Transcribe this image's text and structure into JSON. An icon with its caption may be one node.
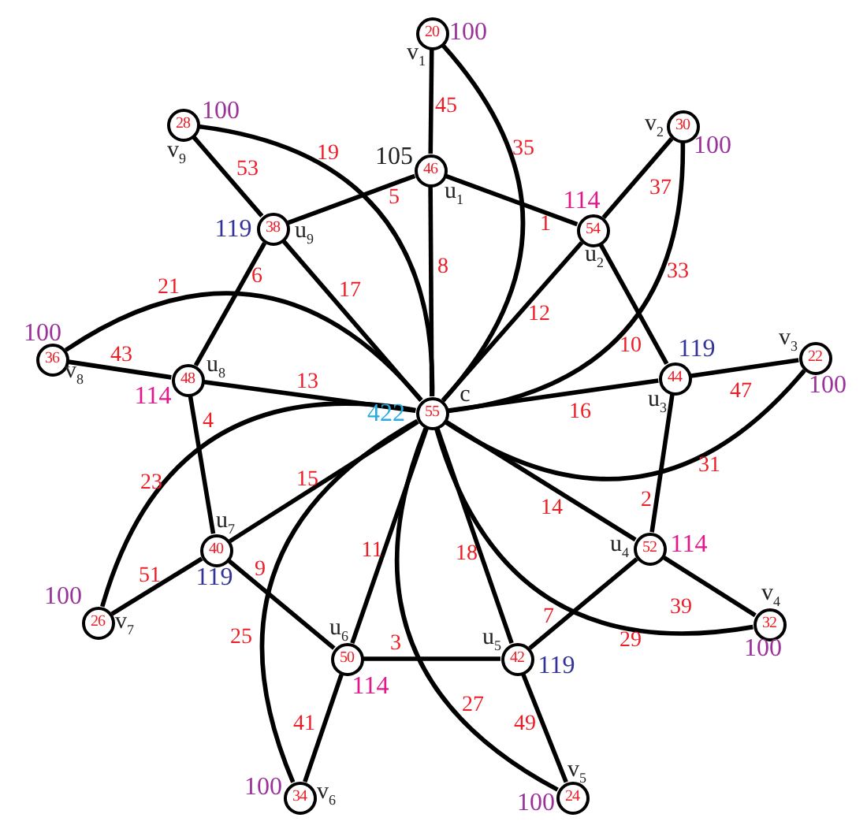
{
  "diagram": {
    "nodes": [
      {
        "text": [
          "55"
        ],
        "beside": [
          "c",
          "422"
        ]
      },
      {
        "text": [
          "46"
        ],
        "beside": [
          "u$_{1}$",
          "105"
        ]
      },
      {
        "text": [
          "54"
        ],
        "beside": [
          "u$_{2}$",
          "114"
        ]
      },
      {
        "text": [
          "44"
        ],
        "beside": [
          "u$_{3}$",
          "119"
        ]
      },
      {
        "text": [
          "52"
        ],
        "beside": [
          "u$_{4}$",
          "114"
        ]
      },
      {
        "text": [
          "42"
        ],
        "beside": [
          "u$_{5}$",
          "119"
        ]
      },
      {
        "text": [
          "50"
        ],
        "beside": [
          "u$_{6}$",
          "114"
        ]
      },
      {
        "text": [
          "40"
        ],
        "beside": [
          "u$_{7}$",
          "119"
        ]
      },
      {
        "text": [
          "48"
        ],
        "beside": [
          "u$_{8}$",
          "114"
        ]
      },
      {
        "text": [
          "38"
        ],
        "beside": [
          "u$_{9}$",
          "119"
        ]
      },
      {
        "text": [
          "20"
        ],
        "beside": [
          "v$_{1}$",
          "100"
        ]
      },
      {
        "text": [
          "30"
        ],
        "beside": [
          "v$_{2}$",
          "100"
        ]
      },
      {
        "text": [
          "22"
        ],
        "beside": [
          "v$_{3}$",
          "100"
        ]
      },
      {
        "text": [
          "32"
        ],
        "beside": [
          "v$_{4}$",
          "100"
        ]
      },
      {
        "text": [
          "24"
        ],
        "beside": [
          "v$_{5}$",
          "100"
        ]
      },
      {
        "text": [
          "34"
        ],
        "beside": [
          "v$_{6}$",
          "100"
        ]
      },
      {
        "text": [
          "26"
        ],
        "beside": [
          "v$_{7}$",
          "100"
        ]
      },
      {
        "text": [
          "36"
        ],
        "beside": [
          "v$_{8}$",
          "100"
        ]
      },
      {
        "text": [
          "28"
        ],
        "beside": [
          "v$_{9}$",
          "100"
        ]
      }
    ],
    "edges": [
      {
        "from": 0,
        "to": 1,
        "arrow": "none",
        "label": "8"
      },
      {
        "from": 1,
        "to": 10,
        "arrow": "none",
        "label": "45"
      },
      {
        "from": 0,
        "to": 10,
        "arrow": "none",
        "label": "35"
      },
      {
        "from": 1,
        "to": 2,
        "arrow": "none",
        "label": "1"
      },
      {
        "from": 2,
        "to": 11,
        "arrow": "none",
        "label": "37"
      },
      {
        "from": 0,
        "to": 11,
        "arrow": "none",
        "label": "33"
      },
      {
        "from": 0,
        "to": 2,
        "arrow": "none",
        "label": "12"
      },
      {
        "from": 2,
        "to": 3,
        "arrow": "none",
        "label": "10"
      },
      {
        "from": 3,
        "to": 12,
        "arrow": "none",
        "label": "47"
      },
      {
        "from": 0,
        "to": 3,
        "arrow": "none",
        "label": "16"
      },
      {
        "from": 0,
        "to": 12,
        "arrow": "none",
        "label": "31"
      },
      {
        "from": 3,
        "to": 4,
        "arrow": "none",
        "label": "2"
      },
      {
        "from": 0,
        "to": 4,
        "arrow": "none",
        "label": "14"
      },
      {
        "from": 4,
        "to": 13,
        "arrow": "none",
        "label": "39"
      },
      {
        "from": 0,
        "to": 13,
        "arrow": "none",
        "label": "29"
      },
      {
        "from": 4,
        "to": 5,
        "arrow": "none",
        "label": "7"
      },
      {
        "from": 0,
        "to": 5,
        "arrow": "none",
        "label": "18"
      },
      {
        "from": 5,
        "to": 14,
        "arrow": "none",
        "label": "49"
      },
      {
        "from": 0,
        "to": 14,
        "arrow": "none",
        "label": "27"
      },
      {
        "from": 5,
        "to": 6,
        "arrow": "none",
        "label": "3"
      },
      {
        "from": 0,
        "to": 6,
        "arrow": "none",
        "label": "11"
      },
      {
        "from": 6,
        "to": 15,
        "arrow": "none",
        "label": "41"
      },
      {
        "from": 0,
        "to": 15,
        "arrow": "none",
        "label": "25"
      },
      {
        "from": 6,
        "to": 7,
        "arrow": "none",
        "label": "9"
      },
      {
        "from": 0,
        "to": 7,
        "arrow": "none",
        "label": "15"
      },
      {
        "from": 7,
        "to": 16,
        "arrow": "none",
        "label": "51"
      },
      {
        "from": 0,
        "to": 16,
        "arrow": "none",
        "label": "23"
      },
      {
        "from": 7,
        "to": 8,
        "arrow": "none",
        "label": "4"
      },
      {
        "from": 0,
        "to": 8,
        "arrow": "none",
        "label": "13"
      },
      {
        "from": 8,
        "to": 17,
        "arrow": "none",
        "label": "43"
      },
      {
        "from": 0,
        "to": 17,
        "arrow": "none",
        "label": "21"
      },
      {
        "from": 8,
        "to": 9,
        "arrow": "none",
        "label": "6"
      },
      {
        "from": 0,
        "to": 9,
        "arrow": "none",
        "label": "17"
      },
      {
        "from": 9,
        "to": 18,
        "arrow": "none",
        "label": "53"
      },
      {
        "from": 0,
        "to": 18,
        "arrow": "none",
        "label": "19"
      },
      {
        "from": 9,
        "to": 1,
        "arrow": "none",
        "label": "5"
      }
    ]
  }
}
